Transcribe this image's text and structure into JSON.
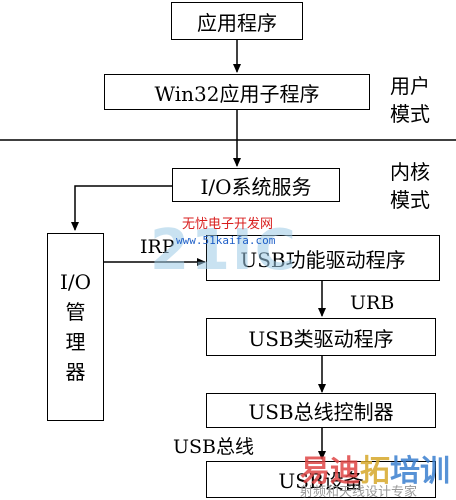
{
  "nodes": {
    "app": "应用程序",
    "win32_subsystem": "Win32应用子程序",
    "io_system_services": "I/O系统服务",
    "usb_function_driver": "USB功能驱动程序",
    "usb_class_driver": "USB类驱动程序",
    "usb_bus_controller": "USB总线控制器",
    "usb_device": "USB设备",
    "io_manager_lines": [
      "I/O",
      "管",
      "理",
      "器"
    ]
  },
  "edge_labels": {
    "irp": "IRP",
    "urb": "URB",
    "usb_bus": "USB总线"
  },
  "modes": {
    "user": [
      "用户",
      "模式"
    ],
    "kernel": [
      "内核",
      "模式"
    ]
  },
  "watermark": {
    "site_name": "无忧电子开发网",
    "site_url": "www.51kaifa.com",
    "big_text": "21IC",
    "brand": [
      "易",
      "迪",
      "拓",
      "培",
      "训"
    ],
    "brand_sub": "射频和天线设计专家"
  },
  "colors": {
    "line": "#000000",
    "watermark_red": "#d81e1e",
    "watermark_blue": "#2060c8"
  }
}
